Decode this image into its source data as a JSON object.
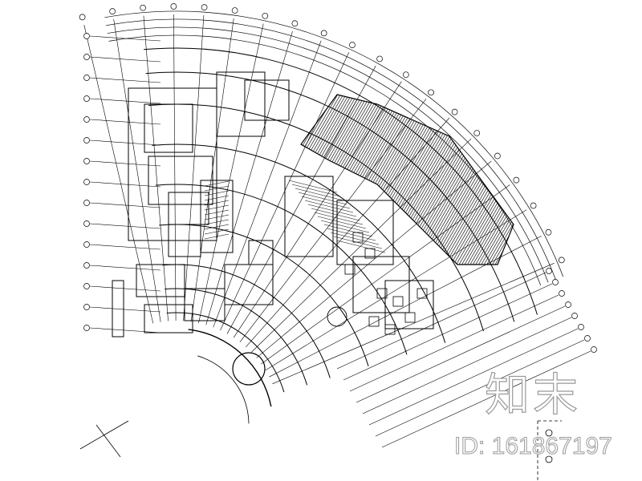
{
  "drawing": {
    "kind": "architectural floor plan",
    "line_color": "#000000",
    "hatch_color": "#111111"
  },
  "watermark": {
    "brand": "知末",
    "id_text": "ID: 161867197",
    "color": "#9a9a9a"
  }
}
